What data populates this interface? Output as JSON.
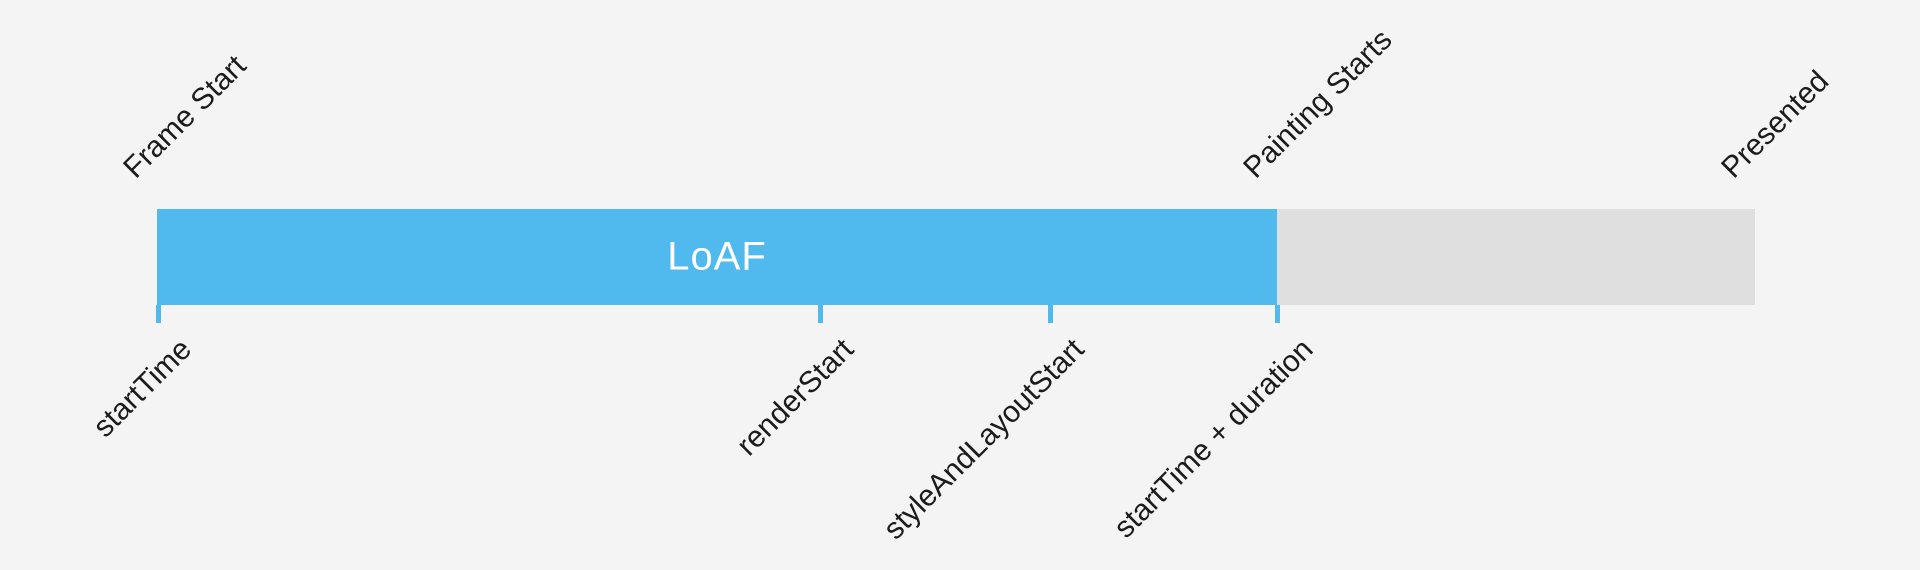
{
  "colors": {
    "background": "#f4f4f5",
    "loaf_bar": "#50b9ee",
    "post_paint_bar": "#dfdfdf",
    "loaf_label_text": "#ffffff",
    "marker_text": "#1b1b1b"
  },
  "bar": {
    "label": "LoAF"
  },
  "top_markers": [
    {
      "text": "Frame Start"
    },
    {
      "text": "Painting Starts"
    },
    {
      "text": "Presented"
    }
  ],
  "bottom_markers": [
    {
      "text": "startTime"
    },
    {
      "text": "renderStart"
    },
    {
      "text": "styleAndLayoutStart"
    },
    {
      "text": "startTime + duration"
    }
  ]
}
